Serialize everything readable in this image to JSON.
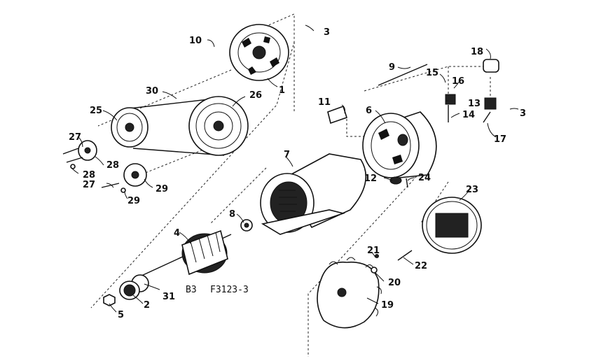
{
  "labels": {
    "p1": "1",
    "p2": "2",
    "p3a": "3",
    "p3b": "3",
    "p4": "4",
    "p5": "5",
    "p6": "6",
    "p7": "7",
    "p8": "8",
    "p9": "9",
    "p10": "10",
    "p11": "11",
    "p12": "12",
    "p13": "13",
    "p14": "14",
    "p15": "15",
    "p16": "16",
    "p17": "17",
    "p18": "18",
    "p19": "19",
    "p20": "20",
    "p21": "21",
    "p22": "22",
    "p23": "23",
    "p24": "24",
    "p25": "25",
    "p26": "26",
    "p27a": "27",
    "p27b": "27",
    "p28a": "28",
    "p28b": "28",
    "p29a": "29",
    "p29b": "29",
    "p30": "30",
    "p31": "31"
  },
  "caption": {
    "code": "B3",
    "figure": "F3123-3"
  },
  "colors": {
    "ink": "#111111",
    "paper": "#ffffff"
  }
}
